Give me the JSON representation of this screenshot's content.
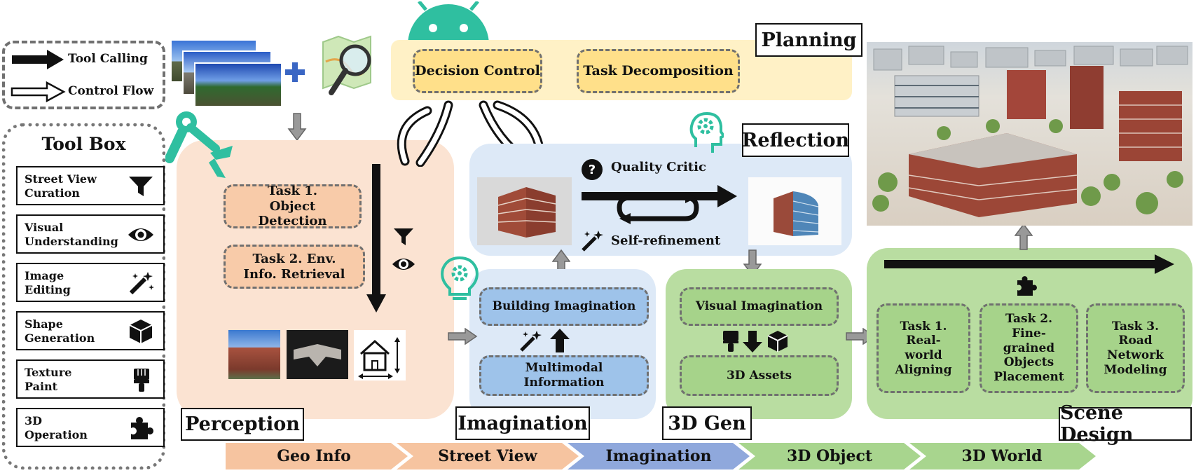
{
  "legend": {
    "tool_calling": "Tool Calling",
    "control_flow": "Control Flow"
  },
  "toolbox": {
    "title": "Tool Box",
    "items": [
      {
        "label": "Street View\nCuration",
        "icon": "funnel-icon"
      },
      {
        "label": "Visual\nUnderstanding",
        "icon": "eye-icon"
      },
      {
        "label": "Image\nEditing",
        "icon": "magic-wand-icon"
      },
      {
        "label": "Shape\nGeneration",
        "icon": "cube-icon"
      },
      {
        "label": "Texture\nPaint",
        "icon": "paint-brush-icon"
      },
      {
        "label": "3D\nOperation",
        "icon": "puzzle-icon"
      }
    ]
  },
  "planning": {
    "title": "Planning",
    "decision_control": "Decision Control",
    "task_decomposition": "Task Decomposition"
  },
  "perception": {
    "title": "Perception",
    "task1": "Task 1. Object Detection",
    "task2": "Task 2. Env. Info. Retrieval"
  },
  "reflection": {
    "title": "Reflection",
    "quality_critic": "Quality Critic",
    "self_refinement": "Self-refinement"
  },
  "imagination": {
    "title": "Imagination",
    "building_imagination": "Building Imagination",
    "multimodal_information": "Multimodal Information"
  },
  "gen3d": {
    "title": "3D Gen",
    "visual_imagination": "Visual Imagination",
    "assets": "3D Assets"
  },
  "scene_design": {
    "title": "Scene Design",
    "task1": "Task 1. Real-world Aligning",
    "task2": "Task 2. Fine-grained Objects Placement",
    "task3": "Task 3. Road Network Modeling"
  },
  "pipeline": [
    {
      "label": "Geo Info",
      "color": "#f6c4a0"
    },
    {
      "label": "Street View",
      "color": "#f6c4a0"
    },
    {
      "label": "Imagination",
      "color": "#8fa8dc"
    },
    {
      "label": "3D Object",
      "color": "#a8d58e"
    },
    {
      "label": "3D World",
      "color": "#a8d58e"
    }
  ],
  "colors": {
    "planning_bg": "#fff1c6",
    "planning_box": "#ffe08a",
    "perception_bg": "#fbe3d2",
    "perception_box": "#f8cba9",
    "reflection_bg": "#dde9f7",
    "imagination_bg": "#dde9f7",
    "imagination_box": "#9ec3ea",
    "green_bg": "#b9dda1",
    "green_box": "#a6d38a",
    "teal_icon": "#2fbfa0"
  }
}
